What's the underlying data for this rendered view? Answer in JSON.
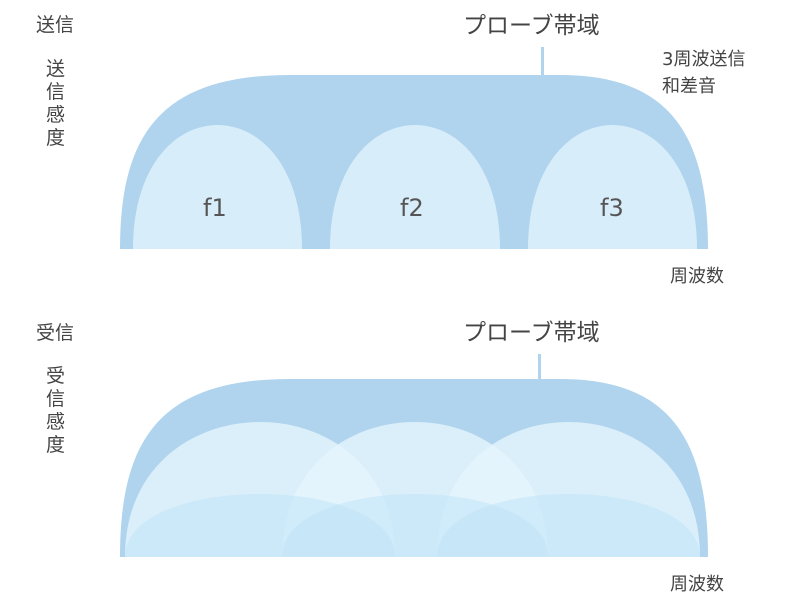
{
  "transmit": {
    "section_label": "送信",
    "y_label": "送信感度",
    "band_label": "プローブ帯域",
    "note_line1": "3周波送信",
    "note_line2": "和差音",
    "x_label": "周波数",
    "peaks": [
      "f1",
      "f2",
      "f3"
    ]
  },
  "receive": {
    "section_label": "受信",
    "y_label": "受信感度",
    "band_label": "プローブ帯域",
    "x_label": "周波数"
  },
  "colors": {
    "envelope": "#b0d4ee",
    "tx_dome": "#d8edfa",
    "rx_dome": "#e6f5fd",
    "rx_low": "#bfe3f7"
  }
}
